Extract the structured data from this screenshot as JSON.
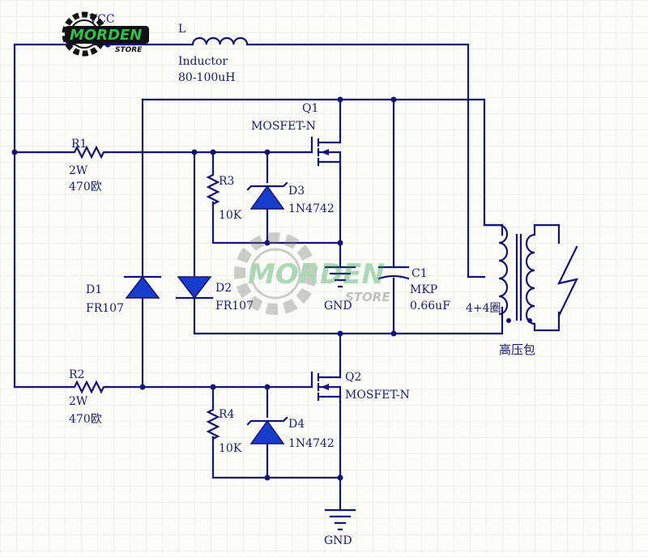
{
  "colors": {
    "wire": "#141478",
    "label": "#1c1c6e",
    "diode_fill": "#1a3ccc",
    "grid": "#e2e2dc",
    "background": "#fbfbf8",
    "logo_green": "#1f9a3a"
  },
  "labels": {
    "vcc": "VCC",
    "inductor_ref": "L",
    "inductor_name": "Inductor",
    "inductor_value": "80-100uH",
    "q1_ref": "Q1",
    "q1_type": "MOSFET-N",
    "q2_ref": "Q2",
    "q2_type": "MOSFET-N",
    "r1_ref": "R1",
    "r1_power": "2W",
    "r1_value": "470欧",
    "r2_ref": "R2",
    "r2_power": "2W",
    "r2_value": "470欧",
    "r3_ref": "R3",
    "r3_value": "10K",
    "r4_ref": "R4",
    "r4_value": "10K",
    "d1_ref": "D1",
    "d1_part": "FR107",
    "d2_ref": "D2",
    "d2_part": "FR107",
    "d3_ref": "D3",
    "d3_part": "1N4742",
    "d4_ref": "D4",
    "d4_part": "1N4742",
    "c1_ref": "C1",
    "c1_type": "MKP",
    "c1_value": "0.66uF",
    "gnd_top": "GND",
    "gnd_bottom": "GND",
    "transformer_turns": "4+4圈",
    "transformer_name": "高压包"
  },
  "watermark": {
    "brand": "MORDEN",
    "sub": "STORE"
  }
}
